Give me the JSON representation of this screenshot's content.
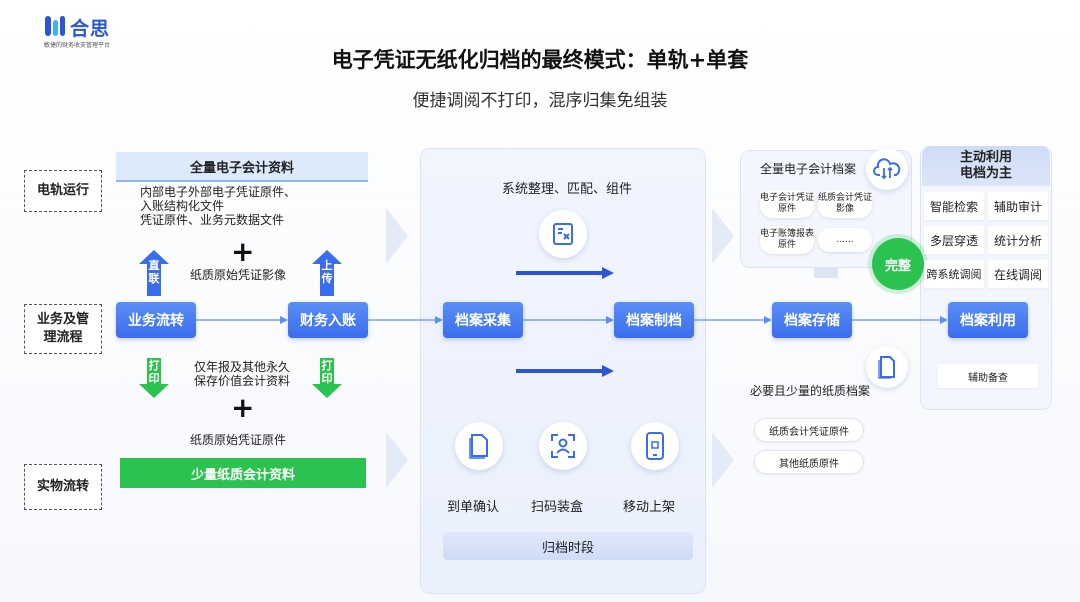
{
  "logo": {
    "name": "合思",
    "tagline": "敏捷的财务收支管理平台"
  },
  "title": "电子凭证无纸化归档的最终模式：单轨+单套",
  "subtitle": "便捷调阅不打印，混序归集免组装",
  "rows": {
    "electronic": "电轨运行",
    "business_1": "业务及管",
    "business_2": "理流程",
    "physical": "实物流转"
  },
  "left": {
    "header": "全量电子会计资料",
    "elec_desc_1": "内部电子外部电子凭证原件、",
    "elec_desc_2": "入账结构化文件",
    "elec_desc_3": "凭证原件、业务元数据文件",
    "paper_image": "纸质原始凭证影像",
    "up_label_1": "直联",
    "up_label_2": "上传",
    "print_label": "打印",
    "paper_desc_1": "仅年报及其他永久",
    "paper_desc_2": "保存价值会计资料",
    "paper_original": "纸质原始凭证原件",
    "footer": "少量纸质会计资料"
  },
  "flow": {
    "business": "业务流转",
    "accounting": "财务入账",
    "collect": "档案采集",
    "make": "档案制档",
    "store": "档案存储",
    "use": "档案利用"
  },
  "center": {
    "system_label": "系统整理、匹配、组件",
    "step_confirm": "到单确认",
    "step_scan": "扫码装盒",
    "step_shelf": "移动上架",
    "phase": "归档时段"
  },
  "storage": {
    "elec_title": "全量电子会计档案",
    "items": [
      "电子会计凭证原件",
      "纸质会计凭证影像",
      "电子账簿报表原件",
      "......"
    ],
    "complete": "完整",
    "paper_title": "必要且少量的纸质档案",
    "paper_items": [
      "纸质会计凭证原件",
      "其他纸质原件"
    ]
  },
  "use_panel": {
    "header_1": "主动利用",
    "header_2": "电档为主",
    "cells": [
      "智能检索",
      "辅助审计",
      "多层穿透",
      "统计分析",
      "跨系统调阅",
      "在线调阅"
    ],
    "footer": "辅助备查"
  },
  "colors": {
    "blue": "#3a6ded",
    "green": "#2cc24f",
    "panel": "#eef3fd"
  }
}
